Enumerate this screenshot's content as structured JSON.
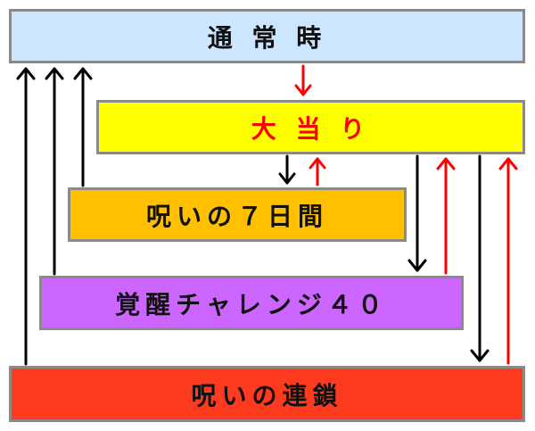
{
  "diagram": {
    "nodes": [
      {
        "id": "normal",
        "label": "通 常 時",
        "fill": "#cce6ff",
        "text_color": "#111111"
      },
      {
        "id": "jackpot",
        "label": "大 当 り",
        "fill": "#ffff00",
        "text_color": "#ff0000"
      },
      {
        "id": "curse7days",
        "label": "呪いの７日間",
        "fill": "#ffc000",
        "text_color": "#111111"
      },
      {
        "id": "challenge40",
        "label": "覚醒チャレンジ４０",
        "fill": "#cc66ff",
        "text_color": "#111111"
      },
      {
        "id": "cursechain",
        "label": "呪いの連鎖",
        "fill": "#ff3b1f",
        "text_color": "#111111"
      }
    ],
    "edges": [
      {
        "from": "normal",
        "to": "jackpot",
        "color": "#ff0000"
      },
      {
        "from": "jackpot",
        "to": "curse7days",
        "color": "#000000"
      },
      {
        "from": "curse7days",
        "to": "jackpot",
        "color": "#ff0000"
      },
      {
        "from": "curse7days",
        "to": "normal",
        "color": "#000000"
      },
      {
        "from": "challenge40",
        "to": "normal",
        "color": "#000000"
      },
      {
        "from": "cursechain",
        "to": "normal",
        "color": "#000000"
      },
      {
        "from": "jackpot",
        "to": "challenge40",
        "color": "#000000"
      },
      {
        "from": "challenge40",
        "to": "jackpot",
        "color": "#ff0000"
      },
      {
        "from": "jackpot",
        "to": "cursechain",
        "color": "#000000"
      },
      {
        "from": "cursechain",
        "to": "jackpot",
        "color": "#ff0000"
      }
    ]
  }
}
